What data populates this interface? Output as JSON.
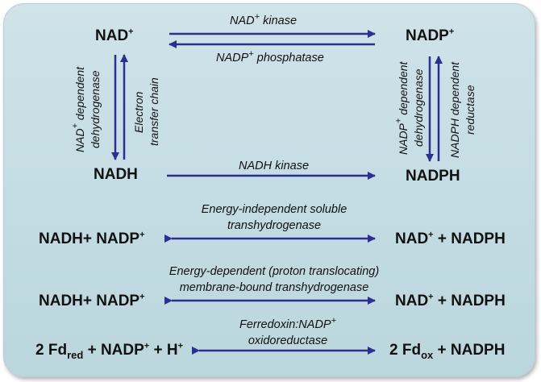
{
  "nodes": {
    "nad": {
      "text": "NAD",
      "sup": "+"
    },
    "nadp": {
      "text": "NADP",
      "sup": "+"
    },
    "nadh": {
      "text": "NADH"
    },
    "nadph": {
      "text": "NADPH"
    }
  },
  "enzymes": {
    "nad_kinase": {
      "text": "NAD",
      "sup": "+",
      "rest": " kinase"
    },
    "nadp_phosphatase": {
      "text": "NADP",
      "sup": "+",
      "rest": " phosphatase"
    },
    "nadh_kinase": "NADH kinase",
    "nad_dep_dehydrogenase": {
      "line1_pre": "NAD",
      "line1_sup": "+",
      "line1_rest": " dependent",
      "line2": "dehydrogenase"
    },
    "electron_transfer_chain": {
      "line1": "Electron",
      "line2": "transfer chain"
    },
    "nadp_dep_dehydrogenase": {
      "line1_pre": "NADP",
      "line1_sup": "+",
      "line1_rest": " dependent",
      "line2": "dehydrogenase"
    },
    "nadph_dep_reductase": {
      "line1": "NADPH dependent",
      "line2": "reductase"
    }
  },
  "reactions": [
    {
      "left": {
        "text": "NADH+ NADP",
        "sup": "+"
      },
      "right": {
        "pre": "NAD",
        "sup": "+",
        "rest": " + NADPH"
      },
      "enzyme_line1": "Energy-independent soluble",
      "enzyme_line2": "transhydrogenase"
    },
    {
      "left": {
        "text": "NADH+ NADP",
        "sup": "+"
      },
      "right": {
        "pre": "NAD",
        "sup": "+",
        "rest": " + NADPH"
      },
      "enzyme_line1": "Energy-dependent (proton translocating)",
      "enzyme_line2": "membrane-bound transhydrogenase"
    },
    {
      "left": {
        "p1": "2 Fd",
        "sub": "red",
        "p2": " + NADP",
        "sup1": "+",
        "p3": " + H",
        "sup2": "+"
      },
      "right": {
        "p1": "2 Fd",
        "sub": "ox",
        "p2": " + NADPH"
      },
      "enzyme_line1_pre": "Ferredoxin:NADP",
      "enzyme_line1_sup": "+",
      "enzyme_line2": "oxidoreductase"
    }
  ],
  "colors": {
    "arrow": "#2b2f8f",
    "panel": "#c8e0e6"
  }
}
